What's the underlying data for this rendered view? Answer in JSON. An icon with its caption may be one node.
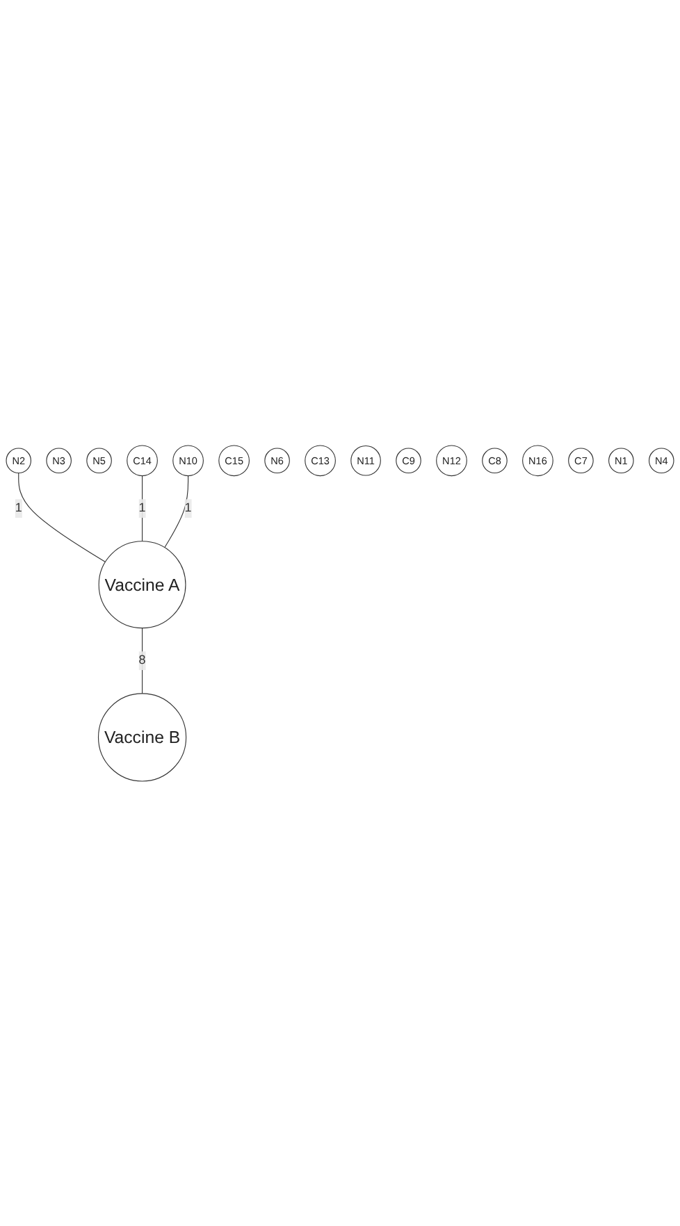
{
  "diagram": {
    "nodes": [
      {
        "text": [
          "N2"
        ]
      },
      {
        "text": [
          "N3"
        ]
      },
      {
        "text": [
          "N5"
        ]
      },
      {
        "text": [
          "N10"
        ]
      },
      {
        "text": [
          "C14"
        ]
      },
      {
        "text": [
          "C15"
        ]
      },
      {
        "text": [
          "N6"
        ]
      },
      {
        "text": [
          "C13"
        ]
      },
      {
        "text": [
          "Vaccine A"
        ]
      },
      {
        "text": [
          "N11"
        ]
      },
      {
        "text": [
          "C9"
        ]
      },
      {
        "text": [
          "N12"
        ]
      },
      {
        "text": [
          "C8"
        ]
      },
      {
        "text": [
          "N16"
        ]
      },
      {
        "text": [
          "C7"
        ]
      },
      {
        "text": [
          "Vaccine B"
        ]
      },
      {
        "text": [
          "N1"
        ]
      },
      {
        "text": [
          "N4"
        ]
      }
    ],
    "edges": [
      {
        "from": 0,
        "to": 8,
        "arrow": "none",
        "label": "1"
      },
      {
        "from": 4,
        "to": 8,
        "arrow": "none",
        "label": "1"
      },
      {
        "from": 3,
        "to": 8,
        "arrow": "none",
        "label": "1"
      },
      {
        "from": 8,
        "to": 15,
        "arrow": "none",
        "label": "8"
      }
    ]
  }
}
